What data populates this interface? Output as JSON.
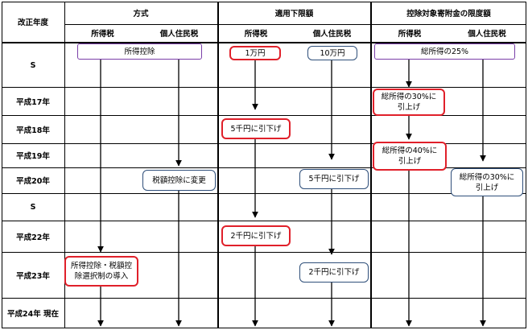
{
  "headers": {
    "year_col": "改正年度",
    "groups": [
      "方式",
      "適用下限額",
      "控除対象寄附金の限度額"
    ],
    "sub": [
      "所得税",
      "個人住民税",
      "所得税",
      "個人住民税",
      "所得税",
      "個人住民税"
    ]
  },
  "rows": [
    "S",
    "平成17年",
    "平成18年",
    "平成19年",
    "平成20年",
    "S",
    "平成22年",
    "平成23年",
    "平成24年 現在"
  ],
  "boxes": {
    "method_initial": "所得控除",
    "method_tax_credit": "税額控除に変更",
    "method_choice": "所得控除・税額控\n除選択制の導入",
    "floor_income_initial": "1万円",
    "floor_resident_initial": "10万円",
    "floor_income_h18": "5千円に引下げ",
    "floor_resident_h20": "5千円に引下げ",
    "floor_income_h22": "2千円に引下げ",
    "floor_resident_h23": "2千円に引下げ",
    "limit_income_initial": "総所得の25%",
    "limit_income_h17": "総所得の30%に\n引上げ",
    "limit_income_h19": "総所得の40%に\n引上げ",
    "limit_resident_h20": "総所得の30%に\n引上げ"
  },
  "colors": {
    "red": "#e0202a",
    "blue": "#2f4f7a",
    "purple": "#7a3fa8"
  }
}
